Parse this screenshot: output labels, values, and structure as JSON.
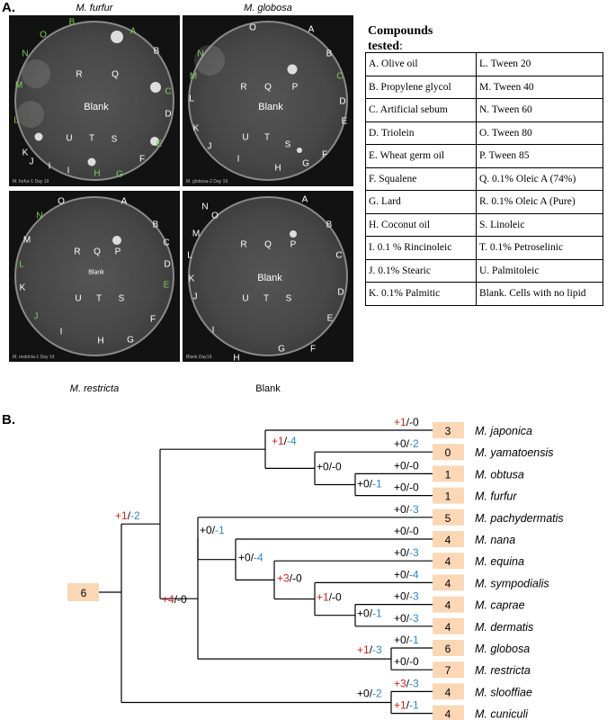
{
  "panel_a": {
    "label": "A."
  },
  "panel_b": {
    "label": "B."
  },
  "dishes": [
    {
      "title": "M. furfur",
      "caption": "",
      "footer": "M. furfur-1 Day 19",
      "blank": "Blank"
    },
    {
      "title": "M. globosa",
      "caption": "",
      "footer": "M. globosa-2 Day 19",
      "blank": "Blank"
    },
    {
      "title": "",
      "caption": "M. restricta",
      "footer": "M. restricta-1 Day 19",
      "blank": "Blank"
    },
    {
      "title": "",
      "caption": "Blank",
      "footer": "Blank Day19",
      "blank": "Blank"
    }
  ],
  "compounds": {
    "title_line1": "Compounds",
    "title_line2": "tested",
    "title_colon": ":",
    "rows": [
      [
        "A. Olive oil",
        "L. Tween 20"
      ],
      [
        "B. Propylene glycol",
        "M. Tween 40"
      ],
      [
        "C. Artificial sebum",
        "N. Tween 60"
      ],
      [
        "D. Triolein",
        "O. Tween 80"
      ],
      [
        "E. Wheat germ oil",
        "P. Tween 85"
      ],
      [
        "F. Squalene",
        "Q. 0.1% Oleic A (74%)"
      ],
      [
        "G. Lard",
        "R. 0.1% Oleic A (Pure)"
      ],
      [
        "H. Coconut oil",
        "S. Linoleic"
      ],
      [
        "I. 0.1 % Rincinoleic",
        "T. 0.1% Petroselinic"
      ],
      [
        "J. 0.1% Stearic",
        "U. Palmitoleic"
      ],
      [
        "K. 0.1% Palmitic",
        "Blank. Cells with no lipid"
      ]
    ]
  },
  "tree": {
    "root_value": "6",
    "species": [
      {
        "name": "M. japonica",
        "value": "3"
      },
      {
        "name": "M. yamatoensis",
        "value": "0"
      },
      {
        "name": "M. obtusa",
        "value": "1"
      },
      {
        "name": "M. furfur",
        "value": "1"
      },
      {
        "name": "M. pachydermatis",
        "value": "5"
      },
      {
        "name": "M. nana",
        "value": "4"
      },
      {
        "name": "M. equina",
        "value": "4"
      },
      {
        "name": "M. sympodialis",
        "value": "4"
      },
      {
        "name": "M. caprae",
        "value": "4"
      },
      {
        "name": "M. dermatis",
        "value": "4"
      },
      {
        "name": "M. globosa",
        "value": "6"
      },
      {
        "name": "M. restricta",
        "value": "7"
      },
      {
        "name": "M. slooffiae",
        "value": "4"
      },
      {
        "name": "M. cuniculi",
        "value": "4"
      }
    ],
    "branch_labels": [
      {
        "gain": "+1",
        "loss": "-0"
      },
      {
        "gain": "+0",
        "loss": "-2"
      },
      {
        "gain": "+0",
        "loss": "-0"
      },
      {
        "gain": "+0",
        "loss": "-0"
      },
      {
        "gain": "+0",
        "loss": "-3"
      },
      {
        "gain": "+0",
        "loss": "-0"
      },
      {
        "gain": "+0",
        "loss": "-3"
      },
      {
        "gain": "+0",
        "loss": "-4"
      },
      {
        "gain": "+0",
        "loss": "-3"
      },
      {
        "gain": "+0",
        "loss": "-3"
      },
      {
        "gain": "+0",
        "loss": "-1"
      },
      {
        "gain": "+0",
        "loss": "-0"
      },
      {
        "gain": "+3",
        "loss": "-3"
      },
      {
        "gain": "+1",
        "loss": "-1"
      },
      {
        "gain": "+1",
        "loss": "-4"
      },
      {
        "gain": "+0",
        "loss": "-0"
      },
      {
        "gain": "+0",
        "loss": "-1"
      },
      {
        "gain": "+1",
        "loss": "-2"
      },
      {
        "gain": "+4",
        "loss": "-0"
      },
      {
        "gain": "+0",
        "loss": "-1"
      },
      {
        "gain": "+0",
        "loss": "-4"
      },
      {
        "gain": "+3",
        "loss": "-0"
      },
      {
        "gain": "+1",
        "loss": "-0"
      },
      {
        "gain": "+0",
        "loss": "-1"
      },
      {
        "gain": "+1",
        "loss": "-3"
      },
      {
        "gain": "+0",
        "loss": "-2"
      }
    ],
    "slash": "/"
  }
}
